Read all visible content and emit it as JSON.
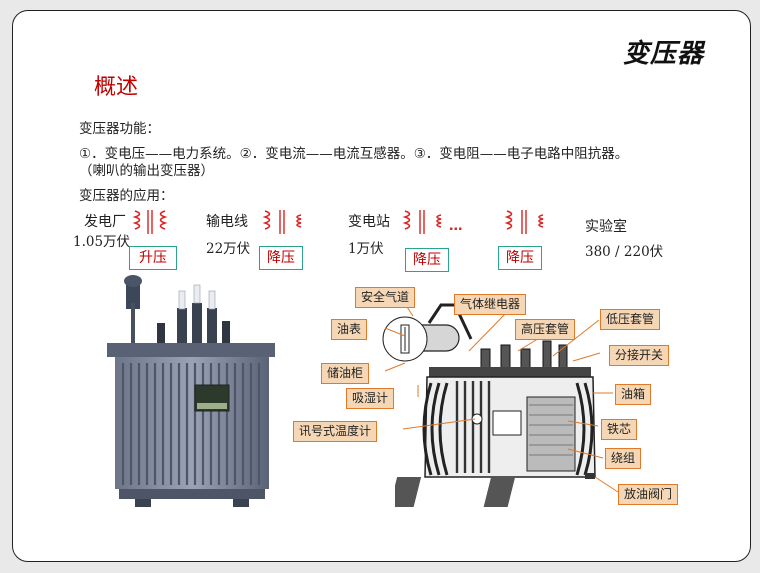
{
  "slide": {
    "corner_title": "变压器",
    "section_title": "概述",
    "function_heading": "变压器功能：",
    "function_line1": "①．变电压——电力系统。②．变电流——电流互感器。③．变电阻——电子电路中阻抗器。",
    "function_line2": "（喇叭的输出变压器）",
    "application_heading": "变压器的应用："
  },
  "chain": {
    "plant_label": "发电厂",
    "plant_voltage": "1.05万伏",
    "step_up": "升压",
    "line_label": "输电线",
    "line_voltage": "22万伏",
    "step_down_1": "降压",
    "substation_label": "变电站",
    "substation_voltage": "1万伏",
    "step_down_2": "降压",
    "ellipsis": "…",
    "step_down_3": "降压",
    "lab_label": "实验室",
    "lab_voltage": "380 / 220伏"
  },
  "diagram_labels": {
    "safety_vent": "安全气道",
    "gas_relay": "气体继电器",
    "oil_gauge": "油表",
    "hv_bushing": "高压套管",
    "lv_bushing": "低压套管",
    "tap_switch": "分接开关",
    "conservator": "储油柜",
    "breather": "吸湿计",
    "oil_tank": "油箱",
    "thermometer": "讯号式温度计",
    "iron_core": "铁芯",
    "winding": "绕组",
    "drain_valve": "放油阀门"
  },
  "colors": {
    "title_red": "#c00000",
    "box_border_teal": "#2aa58c",
    "callout_fill": "#f5d7b5",
    "callout_border": "#e07a2a",
    "coil_red": "#d22"
  },
  "icons": {
    "transformer_symbol": "coil-pair-icon",
    "transformer_photo": "power-transformer-image",
    "transformer_cutaway": "transformer-cutaway-drawing"
  }
}
